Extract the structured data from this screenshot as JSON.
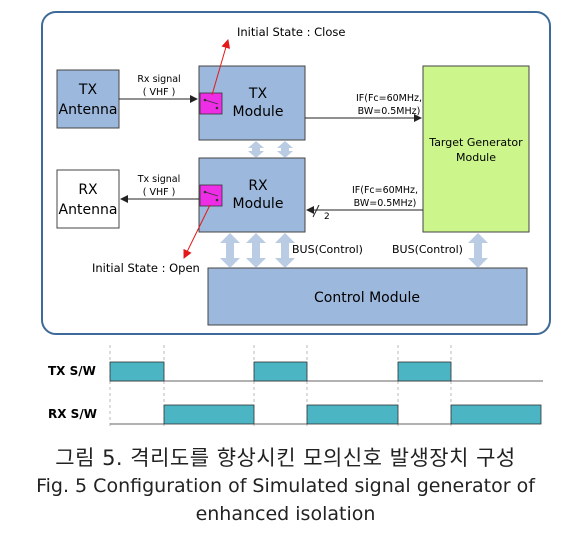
{
  "diagram": {
    "tx_antenna": [
      "TX",
      "Antenna"
    ],
    "rx_antenna": [
      "RX",
      "Antenna"
    ],
    "tx_module": [
      "TX",
      "Module"
    ],
    "rx_module": [
      "RX",
      "Module"
    ],
    "target_generator": [
      "Target Generator",
      "Module"
    ],
    "control_module": "Control Module",
    "rx_signal": [
      "Rx signal",
      "( VHF )"
    ],
    "tx_signal": [
      "Tx signal",
      "( VHF )"
    ],
    "if_top": [
      "IF(Fc=60MHz,",
      "BW=0.5MHz)"
    ],
    "if_bottom": [
      "IF(Fc=60MHz,",
      "BW=0.5MHz)"
    ],
    "bus_left": "BUS(Control)",
    "bus_right": "BUS(Control)",
    "initial_close": "Initial State : Close",
    "initial_open": "Initial State : Open",
    "slash_count": "2"
  },
  "timing": {
    "tx_label": "TX S/W",
    "rx_label": "RX S/W"
  },
  "caption": {
    "korean": "그림 5. 격리도를 향상시킨 모의신호 발생장치 구성",
    "english_line1": "Fig. 5 Configuration of Simulated signal generator of",
    "english_line2": "enhanced isolation"
  },
  "colors": {
    "module_fill": "#9cb8dc",
    "module_stroke": "#444444",
    "target_fill": "#ccf58c",
    "switch_fill": "#ee2ee6",
    "bus_arrow": "#b9cce4",
    "timing_pulse": "#4bb5c4",
    "container_stroke": "#3d6a99",
    "red_arrow": "#e41818"
  }
}
